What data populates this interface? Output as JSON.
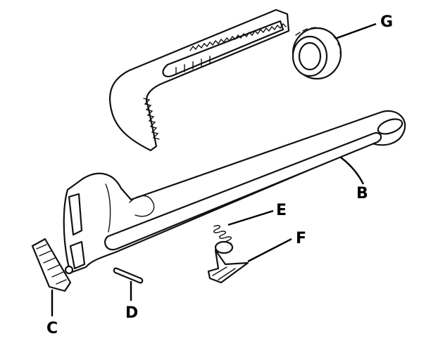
{
  "labels": {
    "b": "B",
    "c": "C",
    "d": "D",
    "e": "E",
    "f": "F",
    "g": "G"
  },
  "colors": {
    "ink": "#111111",
    "background": "#ffffff"
  }
}
